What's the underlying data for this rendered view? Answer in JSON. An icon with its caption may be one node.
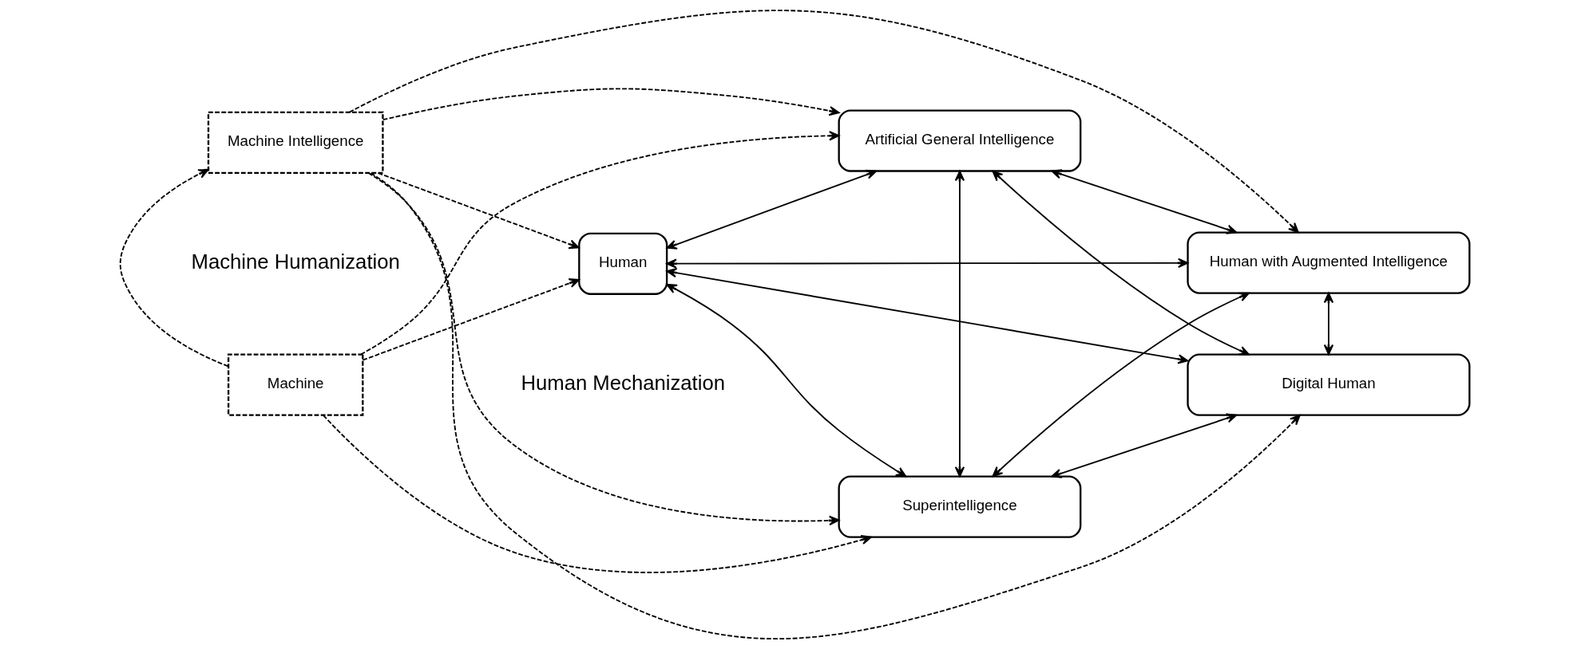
{
  "diagram": {
    "nodes": [
      {
        "text": [
          "Artificial General Intelligence"
        ]
      },
      {
        "text": [
          "Human with Augmented Intelligence"
        ]
      },
      {
        "text": [
          "Machine"
        ]
      },
      {
        "text": [
          "Human"
        ]
      },
      {
        "text": [
          "Superintelligence"
        ]
      },
      {
        "text": [
          "Digital Human"
        ]
      },
      {
        "text": [
          "Machine Intelligence"
        ]
      }
    ],
    "edges": [
      {
        "from": 0,
        "to": 1,
        "arrow": "both"
      },
      {
        "from": 0,
        "to": 4,
        "arrow": "both"
      },
      {
        "from": 1,
        "to": 5,
        "arrow": "both"
      },
      {
        "from": 4,
        "to": 5,
        "arrow": "both"
      },
      {
        "from": 0,
        "to": 5,
        "arrow": "both"
      },
      {
        "from": 1,
        "to": 4,
        "arrow": "both"
      },
      {
        "from": 3,
        "to": 0,
        "arrow": "both"
      },
      {
        "from": 3,
        "to": 1,
        "arrow": "both"
      },
      {
        "from": 3,
        "to": 4,
        "arrow": "both"
      },
      {
        "from": 3,
        "to": 5,
        "arrow": "both"
      },
      {
        "from": 2,
        "to": 0,
        "arrow": "to",
        "style": "dashed"
      },
      {
        "from": 2,
        "to": 4,
        "arrow": "to",
        "style": "dashed"
      },
      {
        "from": 2,
        "to": 3,
        "arrow": "to",
        "style": "dashed"
      },
      {
        "from": 2,
        "to": 6,
        "arrow": "to",
        "style": "dashed"
      },
      {
        "from": 6,
        "to": 0,
        "arrow": "to",
        "style": "dashed"
      },
      {
        "from": 6,
        "to": 1,
        "arrow": "to",
        "style": "dashed"
      },
      {
        "from": 6,
        "to": 4,
        "arrow": "to",
        "style": "dashed"
      },
      {
        "from": 6,
        "to": 5,
        "arrow": "to",
        "style": "dashed"
      },
      {
        "from": 6,
        "to": 3,
        "arrow": "to",
        "style": "dashed"
      }
    ],
    "labels": [
      "Machine Humanization",
      "Human Mechanization"
    ]
  }
}
